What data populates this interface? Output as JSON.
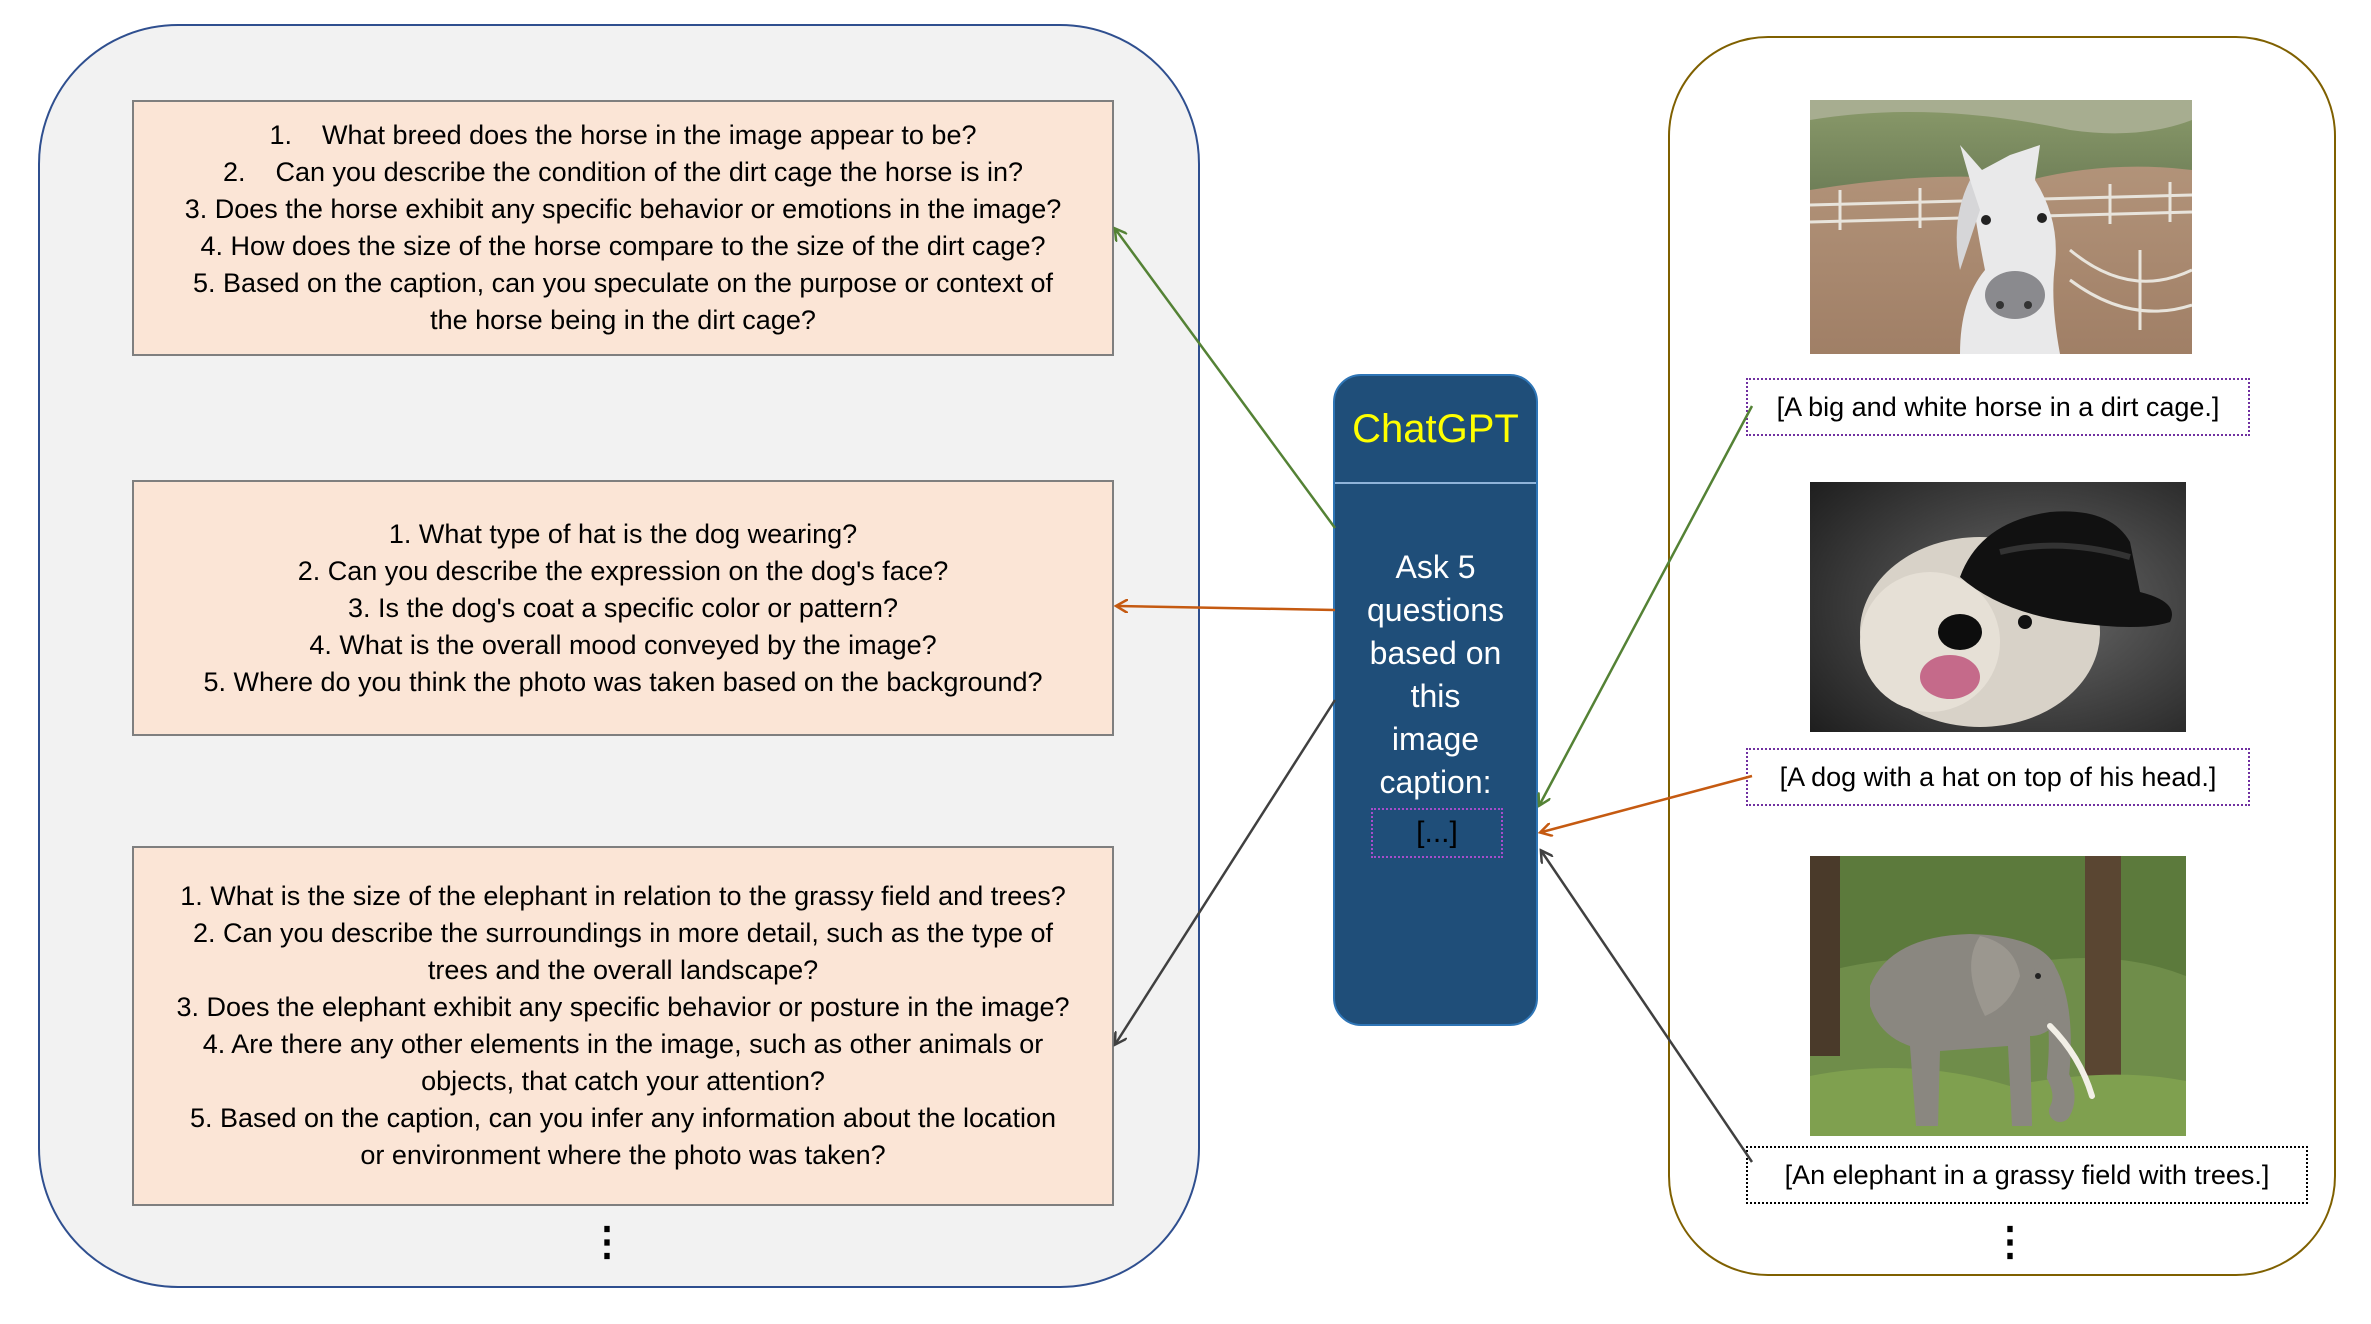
{
  "chatgpt": {
    "title": "ChatGPT",
    "prompt_lines": [
      "Ask 5",
      "questions",
      "based on",
      "this",
      "image",
      "caption:"
    ],
    "placeholder": "[...]"
  },
  "question_sets": [
    {
      "lines": [
        "1.    What breed does the horse in the image appear to be?",
        "2.    Can you describe the condition of the dirt cage the horse is in?",
        "3. Does the horse exhibit any specific behavior or emotions in the image?",
        "4. How does the size of the horse compare to the size of the dirt cage?",
        "5. Based on the caption, can you speculate on the purpose or context of",
        "the horse being in the dirt cage?"
      ]
    },
    {
      "lines": [
        "1. What type of hat is the dog wearing?",
        "2. Can you describe the expression on the dog's face?",
        "3. Is the dog's coat a specific color or pattern?",
        "4. What is the overall mood conveyed by the image?",
        "5. Where do you think the photo was taken based on the background?"
      ]
    },
    {
      "lines": [
        "1. What is the size of the elephant in relation to the grassy field and trees?",
        "2. Can you describe the surroundings in more detail, such as the type of",
        "trees and the overall landscape?",
        "3. Does the elephant exhibit any specific behavior or posture in the image?",
        "4. Are there any other elements in the image, such as other animals or",
        "objects, that catch your attention?",
        "5. Based on the caption, can you infer any information about the location",
        "or environment where the photo was taken?"
      ]
    }
  ],
  "captions": [
    "[A big and white horse in a dirt cage.]",
    "[A dog with a hat on top of his head.]",
    "[An elephant in a grassy field with trees.]"
  ],
  "ellipsis": "⋮",
  "colors": {
    "arrow_horse": "#548235",
    "arrow_dog": "#c55a11",
    "arrow_elephant": "#404040",
    "chatgpt_bg": "#1f4e79",
    "chatgpt_title": "#ffff00",
    "question_box_bg": "#fbe5d6",
    "left_panel_border": "#2f4f8f",
    "right_panel_border": "#7f6000"
  },
  "icons": [
    "horse-photo",
    "dog-photo",
    "elephant-photo"
  ]
}
